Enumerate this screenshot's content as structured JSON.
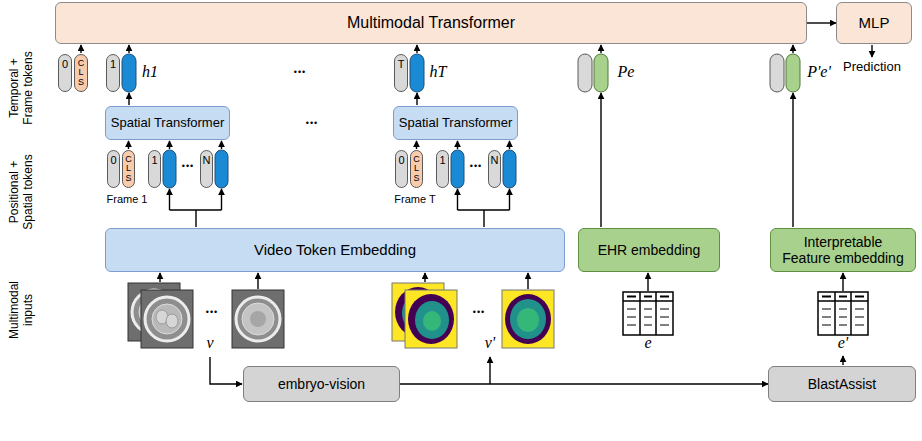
{
  "diagram": {
    "nodes": [
      {
        "text": [
          "Multimodal Transformer"
        ]
      },
      {
        "text": [
          "MLP"
        ]
      },
      {
        "text": [
          "0"
        ]
      },
      {
        "text": [
          "CLS"
        ]
      },
      {
        "text": [
          "1"
        ]
      },
      {
        "text": [
          "T"
        ]
      },
      {
        "text": [
          "Spatial Transformer"
        ]
      },
      {
        "text": [
          "Spatial Transformer"
        ]
      },
      {
        "text": [
          "0"
        ]
      },
      {
        "text": [
          "CLS"
        ]
      },
      {
        "text": [
          "1"
        ]
      },
      {
        "text": [
          "N"
        ]
      },
      {
        "text": [
          "0"
        ]
      },
      {
        "text": [
          "CLS"
        ]
      },
      {
        "text": [
          "1"
        ]
      },
      {
        "text": [
          "N"
        ]
      },
      {
        "text": [
          "Video Token Embedding"
        ]
      },
      {
        "text": [
          "EHR embedding"
        ]
      },
      {
        "text": [
          "Interpretable Feature embedding"
        ]
      },
      {
        "text": [
          "embryo-vision"
        ]
      },
      {
        "text": [
          "BlastAssist"
        ]
      }
    ],
    "edges": [
      {
        "from": 0,
        "to": 1,
        "arrow": "to"
      },
      {
        "from": 19,
        "to": 20,
        "arrow": "to"
      }
    ],
    "labels": [
      "Temporal + Frame tokens",
      "Positional + Spatial tokens",
      "Multimodal inputs",
      "h1",
      "•••",
      "hT",
      "Pe",
      "P'e'",
      "Prediction",
      "•••",
      "•••",
      "•••",
      "Frame 1",
      "Frame T",
      "•••",
      "•••",
      "v",
      "v'",
      "e",
      "e'"
    ]
  }
}
